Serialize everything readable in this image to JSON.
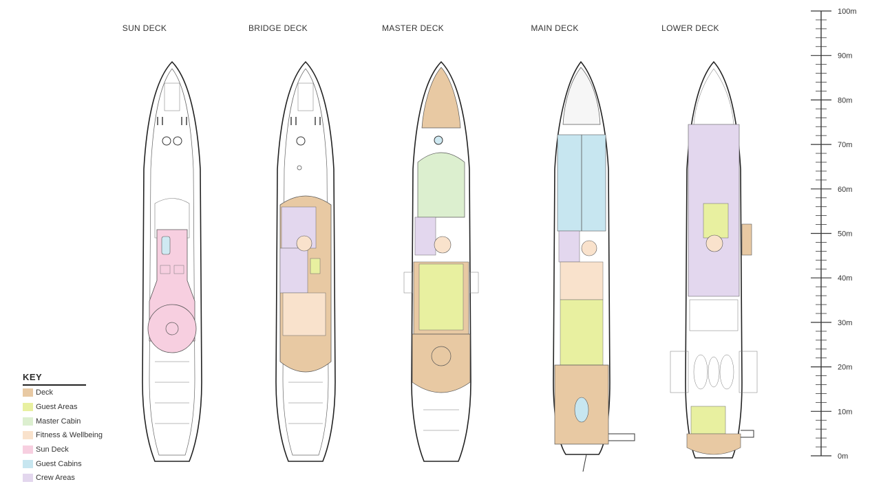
{
  "decks": [
    {
      "id": "sun",
      "label": "SUN DECK"
    },
    {
      "id": "bridge",
      "label": "BRIDGE DECK"
    },
    {
      "id": "master",
      "label": "MASTER DECK"
    },
    {
      "id": "main",
      "label": "MAIN DECK"
    },
    {
      "id": "lower",
      "label": "LOWER DECK"
    }
  ],
  "key": {
    "title": "KEY",
    "items": [
      {
        "label": "Deck",
        "color": "#e8c9a3"
      },
      {
        "label": "Guest Areas",
        "color": "#e8f0a0"
      },
      {
        "label": "Master Cabin",
        "color": "#dcefcf"
      },
      {
        "label": "Fitness & Wellbeing",
        "color": "#f9e2cc"
      },
      {
        "label": "Sun Deck",
        "color": "#f7cfe0"
      },
      {
        "label": "Guest Cabins",
        "color": "#c7e6f0"
      },
      {
        "label": "Crew Areas",
        "color": "#e3d7ee"
      }
    ]
  },
  "scale": {
    "labels": [
      "100m",
      "90m",
      "80m",
      "70m",
      "60m",
      "50m",
      "40m",
      "30m",
      "20m",
      "10m",
      "0m"
    ]
  }
}
